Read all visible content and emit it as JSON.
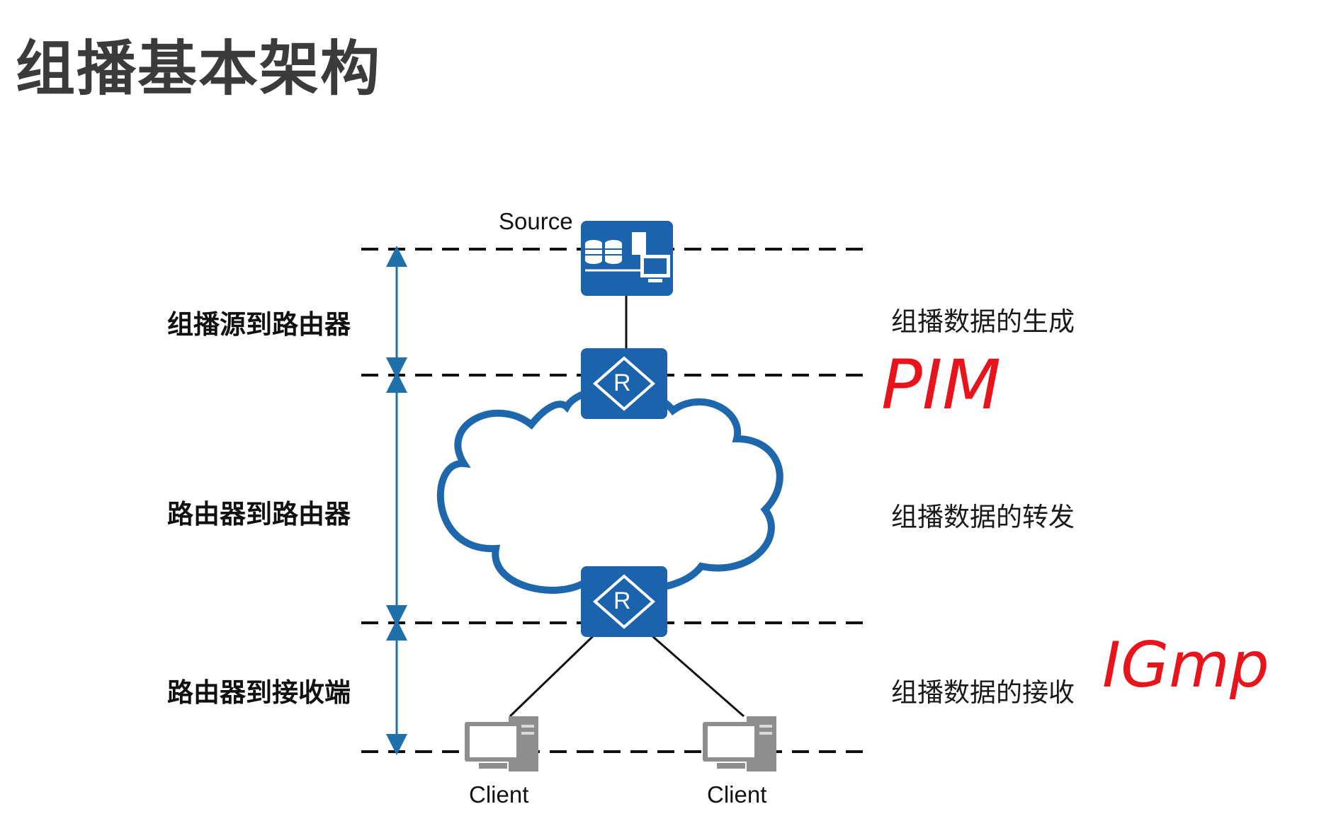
{
  "title": "组播基本架构",
  "nodes": {
    "source_label": "Source",
    "client1_label": "Client",
    "client2_label": "Client",
    "router_glyph": "R"
  },
  "segments_left": [
    "组播源到路由器",
    "路由器到路由器",
    "路由器到接收端"
  ],
  "segments_right": [
    "组播数据的生成",
    "组播数据的转发",
    "组播数据的接收"
  ],
  "annotations": {
    "pim": "PIM",
    "igmp": "IGmp"
  },
  "colors": {
    "device_blue": "#1b63ad",
    "cloud_blue": "#1f67ad",
    "arrow_blue": "#1f6fa8",
    "annotation_red": "#e8141c",
    "title_gray": "#3b3b3b"
  }
}
